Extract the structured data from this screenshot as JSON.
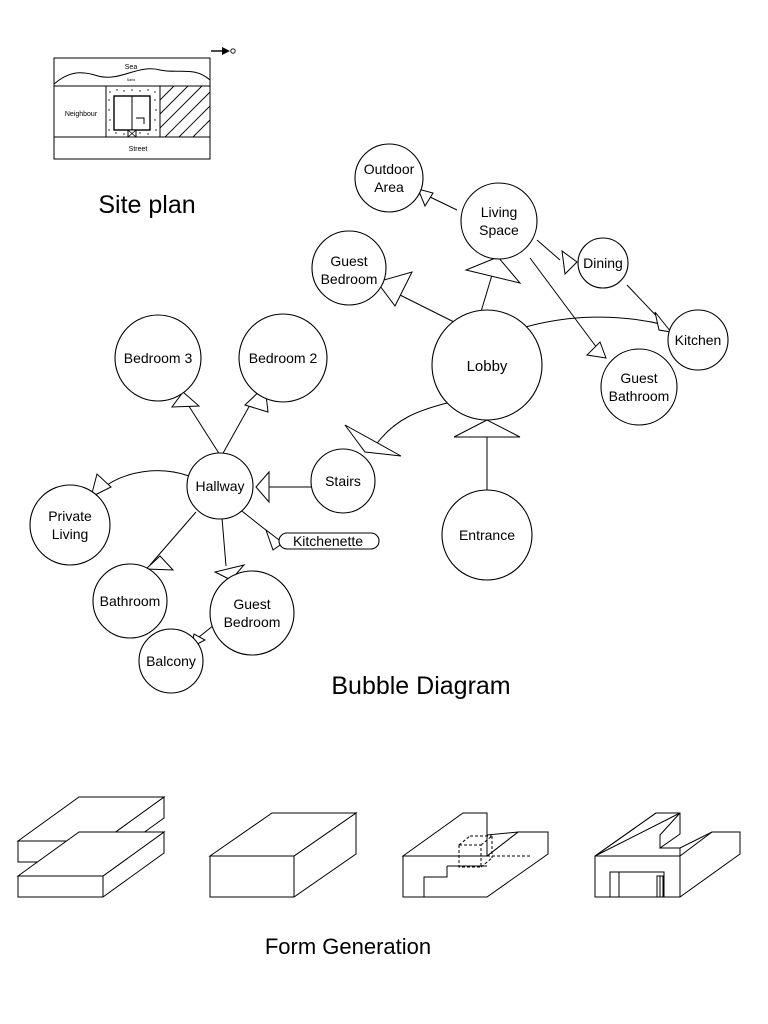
{
  "site_plan": {
    "caption": "Site plan",
    "labels": {
      "sea": "Sea",
      "sand": "Sand",
      "neighbour": "Neighbour",
      "street": "Street"
    }
  },
  "bubble_diagram": {
    "caption": "Bubble Diagram",
    "rooms": {
      "outdoor": [
        "Outdoor",
        "Area"
      ],
      "living": [
        "Living",
        "Space"
      ],
      "dining": [
        "Dining"
      ],
      "guest_bed_top": [
        "Guest",
        "Bedroom"
      ],
      "kitchen": [
        "Kitchen"
      ],
      "lobby": [
        "Lobby"
      ],
      "guest_bath": [
        "Guest",
        "Bathroom"
      ],
      "bedroom3": [
        "Bedroom 3"
      ],
      "bedroom2": [
        "Bedroom 2"
      ],
      "stairs": [
        "Stairs"
      ],
      "hallway": [
        "Hallway"
      ],
      "private_living": [
        "Private",
        "Living"
      ],
      "kitchenette": [
        "Kitchenette"
      ],
      "entrance": [
        "Entrance"
      ],
      "bathroom": [
        "Bathroom"
      ],
      "guest_bed_low": [
        "Guest",
        "Bedroom"
      ],
      "balcony": [
        "Balcony"
      ]
    }
  },
  "form_generation": {
    "caption": "Form Generation"
  }
}
